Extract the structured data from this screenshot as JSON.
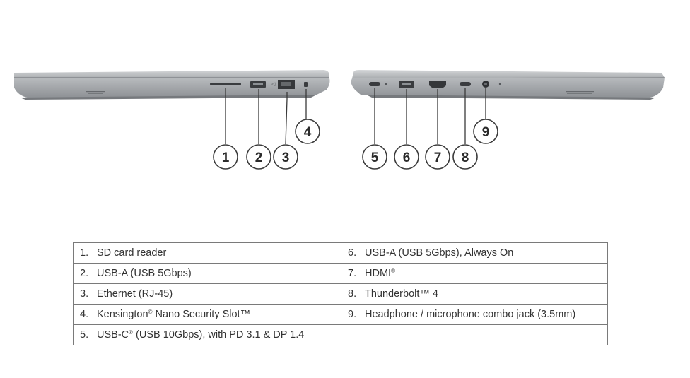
{
  "callouts": {
    "left_side": [
      "1",
      "2",
      "3",
      "4"
    ],
    "right_side": [
      "5",
      "6",
      "7",
      "8",
      "9"
    ]
  },
  "table": {
    "rows": [
      {
        "left": {
          "num": "1.",
          "text": "SD card reader",
          "sup": "",
          "after": ""
        },
        "right": {
          "num": "6.",
          "text": "USB-A (USB 5Gbps), Always On",
          "sup": "",
          "after": ""
        }
      },
      {
        "left": {
          "num": "2.",
          "text": "USB-A (USB 5Gbps)",
          "sup": "",
          "after": ""
        },
        "right": {
          "num": "7.",
          "text": "HDMI",
          "sup": "®",
          "after": ""
        }
      },
      {
        "left": {
          "num": "3.",
          "text": "Ethernet (RJ-45)",
          "sup": "",
          "after": ""
        },
        "right": {
          "num": "8.",
          "text": "Thunderbolt™ 4",
          "sup": "",
          "after": ""
        }
      },
      {
        "left": {
          "num": "4.",
          "text": "Kensington",
          "sup": "®",
          "after": " Nano Security Slot™"
        },
        "right": {
          "num": "9.",
          "text": "Headphone / microphone combo jack (3.5mm)",
          "sup": "",
          "after": ""
        }
      },
      {
        "left": {
          "num": "5.",
          "text": "USB-C",
          "sup": "®",
          "after": " (USB 10Gbps), with PD 3.1 & DP 1.4"
        },
        "right": {
          "num": "",
          "text": "",
          "sup": "",
          "after": ""
        }
      }
    ]
  }
}
